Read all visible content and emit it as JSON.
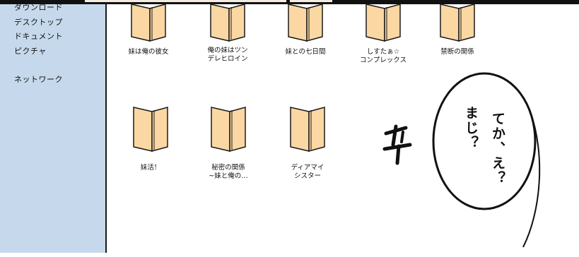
{
  "sidebar": {
    "items": [
      {
        "label": "ダウンロード"
      },
      {
        "label": "デスクトップ"
      },
      {
        "label": "ドキュメント"
      },
      {
        "label": "ピクチャ"
      },
      {
        "label": "ネットワーク"
      }
    ]
  },
  "folders": [
    {
      "line1": "妹は俺の彼女",
      "line2": ""
    },
    {
      "line1": "俺の妹はツン",
      "line2": "デレヒロイン"
    },
    {
      "line1": "妹との七日間",
      "line2": ""
    },
    {
      "line1": "しすたぁ☆",
      "line2": "コンプレックス"
    },
    {
      "line1": "禁断の関係",
      "line2": ""
    },
    {
      "line1": "妹活！",
      "line2": ""
    },
    {
      "line1": "秘密の関係",
      "line2": "~妹と俺の…"
    },
    {
      "line1": "ディアマイ",
      "line2": "シスター"
    }
  ],
  "bubble": {
    "line1": "てか、え？",
    "line2": "まじ？"
  },
  "colors": {
    "sidebar": "#c6d9ec",
    "folder_fill": "#fbd7a3",
    "outline": "#1a1a1a"
  }
}
